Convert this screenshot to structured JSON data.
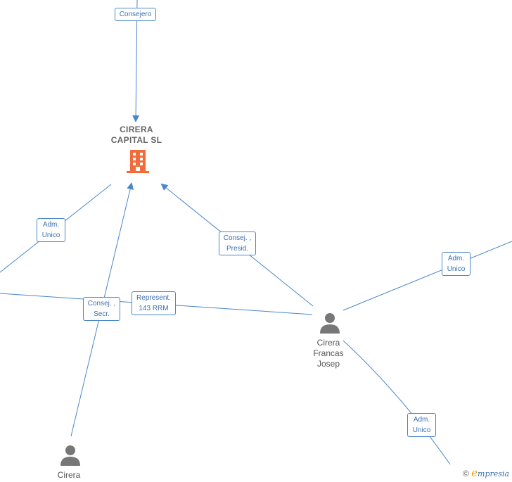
{
  "nodes": {
    "company": {
      "line1": "CIRERA",
      "line2": "CAPITAL SL",
      "icon": "building-icon",
      "color": "#f26b3a"
    },
    "person_josep": {
      "line1": "Cirera",
      "line2": "Francas",
      "line3": "Josep",
      "icon": "person-icon"
    },
    "person_cirera": {
      "line1": "Cirera",
      "icon": "person-icon"
    }
  },
  "edge_labels": {
    "consejero": "Consejero",
    "adm_unico_left": {
      "line1": "Adm.",
      "line2": "Unico"
    },
    "consej_presid": {
      "line1": "Consej. ,",
      "line2": "Presid."
    },
    "consej_secr": {
      "line1": "Consej. ,",
      "line2": "Secr."
    },
    "represent": {
      "line1": "Represent.",
      "line2": "143 RRM"
    },
    "adm_unico_right": {
      "line1": "Adm.",
      "line2": "Unico"
    },
    "adm_unico_bottom": {
      "line1": "Adm.",
      "line2": "Unico"
    }
  },
  "brand": {
    "copyright": "©",
    "e": "e",
    "rest": "mpresia"
  },
  "colors": {
    "edge": "#4a86c8",
    "person": "#777777",
    "company": "#f26b3a"
  }
}
